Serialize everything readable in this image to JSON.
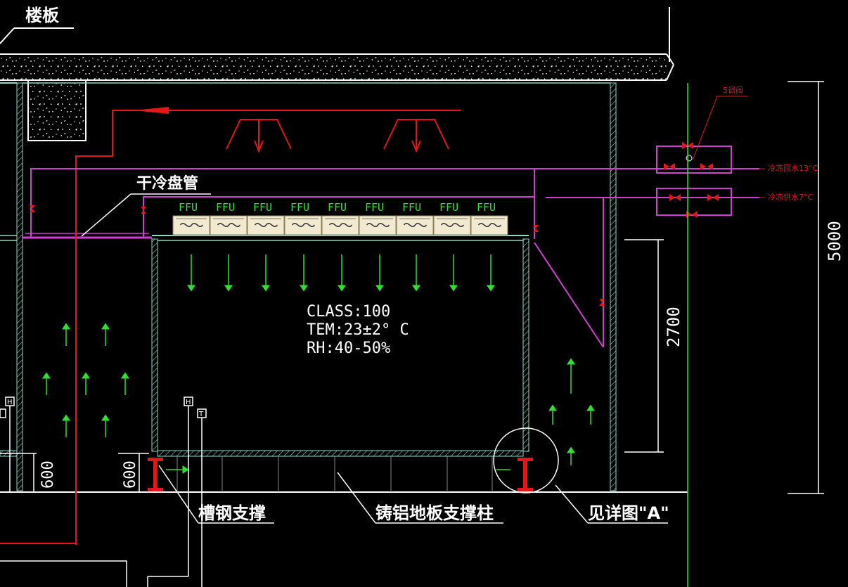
{
  "labels": {
    "floor_slab": "楼板",
    "dry_coil_pipe": "干冷盘管",
    "channel_steel_support": "槽钢支撑",
    "cast_al_floor_column": "铸铝地板支撑柱",
    "see_detail": "见详图\"A\"",
    "ffu": "FFU",
    "valve_tag": "5调阀",
    "pipe_return": "冷冻回水13°C",
    "pipe_supply": "冷冻供水7°C",
    "tag_h": "H",
    "tag_t": "T"
  },
  "room_spec": {
    "class": "CLASS:100",
    "tem": "TEM:23±2° C",
    "rh": "RH:40-50%"
  },
  "dimensions": {
    "total_height": "5000",
    "room_height": "2700",
    "raised_floor_left": "600",
    "raised_floor_mid": "600"
  },
  "colors": {
    "background": "#000000",
    "wall": "#8fd6c8",
    "magenta_pipe": "#d040d0",
    "red": "#e01818",
    "green": "#30e030",
    "white": "#ffffff",
    "ffu_fill": "#f2ead0"
  }
}
